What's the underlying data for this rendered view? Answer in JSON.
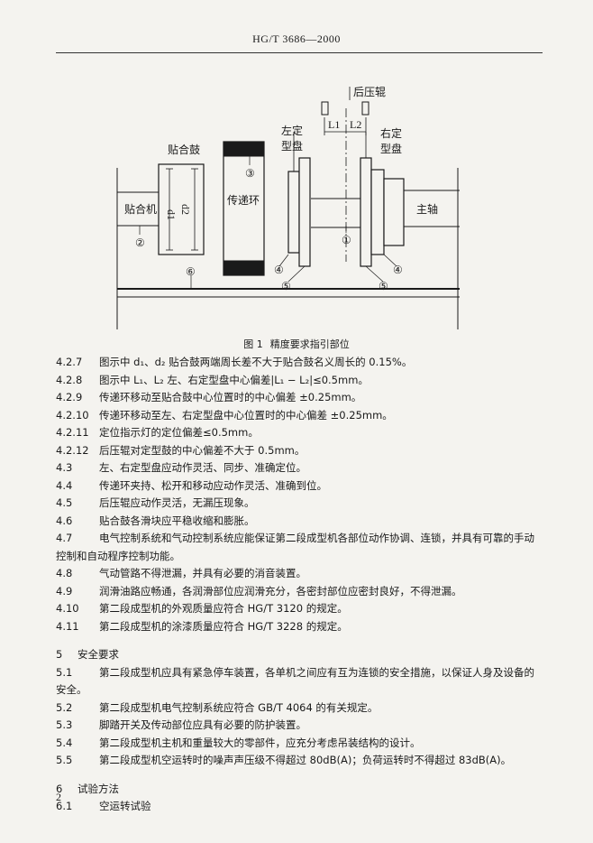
{
  "header": {
    "standard": "HG/T 3686—2000"
  },
  "figure": {
    "labels": {
      "rear_roller": "后压辊",
      "L1": "L1",
      "L2": "L2",
      "left_disc_line1": "左定",
      "left_disc_line2": "型盘",
      "right_disc_line1": "右定",
      "right_disc_line2": "型盘",
      "drum": "贴合鼓",
      "transfer_ring": "传递环",
      "applier": "贴合机",
      "main_shaft": "主轴",
      "d1": "d1",
      "d2": "d2"
    },
    "markers": [
      "①",
      "②",
      "③",
      "④",
      "⑤",
      "⑥"
    ],
    "caption_num": "图 1",
    "caption_text": "精度要求指引部位"
  },
  "clauses_a": [
    {
      "num": "4.2.7",
      "text": "图示中 d₁、d₂ 贴合鼓两端周长差不大于贴合鼓名义周长的 0.15%。"
    },
    {
      "num": "4.2.8",
      "text": "图示中 L₁、L₂ 左、右定型盘中心偏差|L₁ − L₂|≤0.5mm。"
    },
    {
      "num": "4.2.9",
      "text": "传递环移动至贴合鼓中心位置时的中心偏差 ±0.25mm。"
    },
    {
      "num": "4.2.10",
      "text": "传递环移动至左、右定型盘中心位置时的中心偏差 ±0.25mm。"
    },
    {
      "num": "4.2.11",
      "text": "定位指示灯的定位偏差≤0.5mm。"
    },
    {
      "num": "4.2.12",
      "text": "后压辊对定型鼓的中心偏差不大于 0.5mm。"
    },
    {
      "num": "4.3",
      "text": "左、右定型盘应动作灵活、同步、准确定位。"
    },
    {
      "num": "4.4",
      "text": "传递环夹持、松开和移动应动作灵活、准确到位。"
    },
    {
      "num": "4.5",
      "text": "后压辊应动作灵活，无漏压现象。"
    },
    {
      "num": "4.6",
      "text": "贴合鼓各滑块应平稳收缩和膨胀。"
    }
  ],
  "clause_47": {
    "num": "4.7",
    "text": "电气控制系统和气动控制系统应能保证第二段成型机各部位动作协调、连锁，并具有可靠的手动控制和自动程序控制功能。"
  },
  "clauses_b": [
    {
      "num": "4.8",
      "text": "气动管路不得泄漏，并具有必要的消音装置。"
    },
    {
      "num": "4.9",
      "text": "润滑油路应畅通，各润滑部位应润滑充分，各密封部位应密封良好，不得泄漏。"
    },
    {
      "num": "4.10",
      "text": "第二段成型机的外观质量应符合 HG/T 3120 的规定。"
    },
    {
      "num": "4.11",
      "text": "第二段成型机的涂漆质量应符合 HG/T 3228 的规定。"
    }
  ],
  "section5": {
    "num": "5",
    "title": "安全要求"
  },
  "clause_51": {
    "num": "5.1",
    "text": "第二段成型机应具有紧急停车装置，各单机之间应有互为连锁的安全措施，以保证人身及设备的安全。"
  },
  "clauses_c": [
    {
      "num": "5.2",
      "text": "第二段成型机电气控制系统应符合 GB/T 4064 的有关规定。"
    },
    {
      "num": "5.3",
      "text": "脚踏开关及传动部位应具有必要的防护装置。"
    },
    {
      "num": "5.4",
      "text": "第二段成型机主机和重量较大的零部件，应充分考虑吊装结构的设计。"
    },
    {
      "num": "5.5",
      "text": "第二段成型机空运转时的噪声声压级不得超过 80dB(A)；负荷运转时不得超过 83dB(A)。"
    }
  ],
  "section6": {
    "num": "6",
    "title": "试验方法"
  },
  "clause_61": {
    "num": "6.1",
    "text": "空运转试验"
  },
  "footer": {
    "page_number": "2"
  }
}
